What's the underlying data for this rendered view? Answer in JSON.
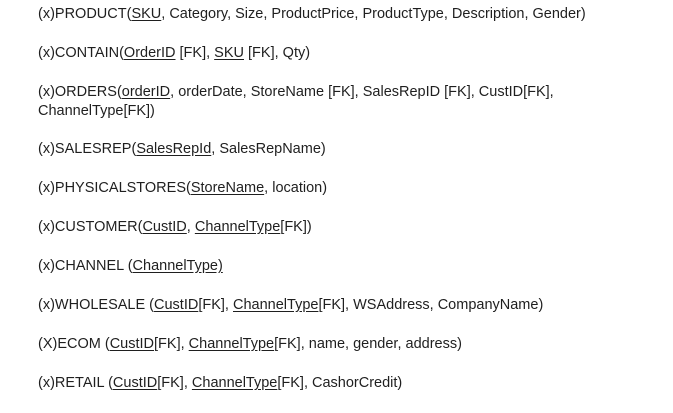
{
  "relations": [
    {
      "tokens": [
        {
          "t": "(x)PRODUCT("
        },
        {
          "t": "SKU",
          "u": true
        },
        {
          "t": ", Category, Size, ProductPrice, ProductType, Description, Gender)"
        }
      ]
    },
    {
      "tokens": [
        {
          "t": "(x)CONTAIN("
        },
        {
          "t": "OrderID",
          "u": true
        },
        {
          "t": " [FK], "
        },
        {
          "t": "SKU",
          "u": true
        },
        {
          "t": " [FK], Qty)"
        }
      ]
    },
    {
      "tokens": [
        {
          "t": "(x)ORDERS("
        },
        {
          "t": "orderID",
          "u": true
        },
        {
          "t": ", orderDate, StoreName [FK], SalesRepID [FK], CustID[FK], ChannelType[FK])"
        }
      ]
    },
    {
      "tokens": [
        {
          "t": "(x)SALESREP("
        },
        {
          "t": "SalesRepId",
          "u": true
        },
        {
          "t": ", SalesRepName)"
        }
      ]
    },
    {
      "tokens": [
        {
          "t": "(x)PHYSICALSTORES("
        },
        {
          "t": "StoreName",
          "u": true
        },
        {
          "t": ", location)"
        }
      ]
    },
    {
      "tokens": [
        {
          "t": "(x)CUSTOMER("
        },
        {
          "t": "CustID",
          "u": true
        },
        {
          "t": ", "
        },
        {
          "t": "ChannelType",
          "u": true
        },
        {
          "t": "[FK])"
        }
      ]
    },
    {
      "tokens": [
        {
          "t": "(x)CHANNEL ("
        },
        {
          "t": "ChannelType)",
          "u": true
        }
      ]
    },
    {
      "tokens": [
        {
          "t": "(x)WHOLESALE ("
        },
        {
          "t": "CustID",
          "u": true
        },
        {
          "t": "[FK], "
        },
        {
          "t": "ChannelType",
          "u": true
        },
        {
          "t": "[FK], WSAddress, CompanyName)"
        }
      ]
    },
    {
      "tokens": [
        {
          "t": "(X)ECOM ("
        },
        {
          "t": "CustID",
          "u": true
        },
        {
          "t": "[FK], "
        },
        {
          "t": "ChannelType",
          "u": true
        },
        {
          "t": "[FK], name, gender, address)"
        }
      ]
    },
    {
      "tokens": [
        {
          "t": "(x)RETAIL ("
        },
        {
          "t": "CustID",
          "u": true
        },
        {
          "t": "[FK], "
        },
        {
          "t": "ChannelType",
          "u": true
        },
        {
          "t": "[FK], CashorCredit)"
        }
      ]
    }
  ]
}
